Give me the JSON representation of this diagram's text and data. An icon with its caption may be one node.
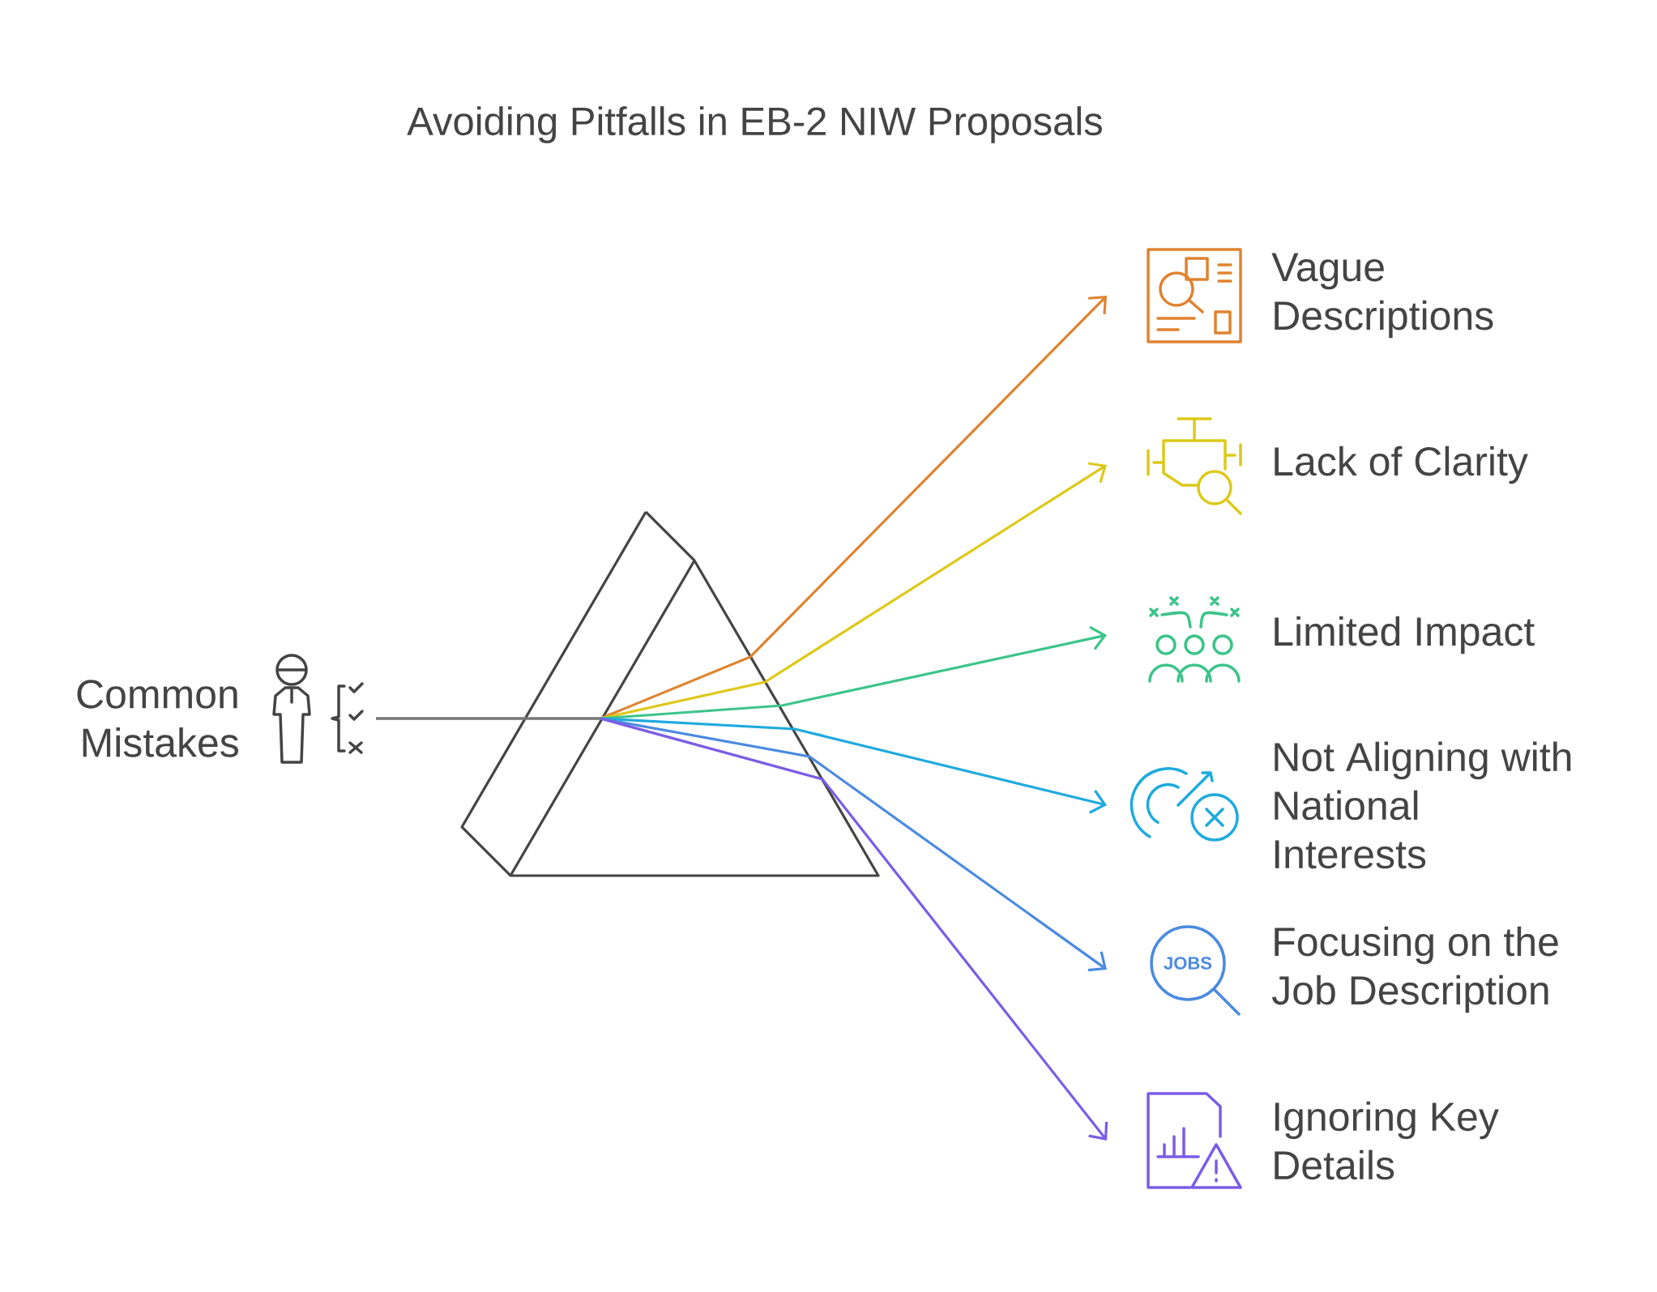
{
  "diagram": {
    "title": "Avoiding Pitfalls in EB-2 NIW Proposals",
    "nodes": [
      {
        "text": [
          "Common Mistakes"
        ]
      },
      {
        "text": [
          "Vague Descriptions"
        ]
      },
      {
        "text": [
          "Lack of Clarity"
        ]
      },
      {
        "text": [
          "Limited Impact"
        ]
      },
      {
        "text": [
          "Not Aligning with National Interests"
        ]
      },
      {
        "text": [
          "Focusing on the Job Description"
        ]
      },
      {
        "text": [
          "Ignoring Key Details"
        ]
      }
    ],
    "edges": [
      {
        "from": 0,
        "to": 1,
        "arrow": "to",
        "color": "#e0822f"
      },
      {
        "from": 0,
        "to": 2,
        "arrow": "to",
        "color": "#ddc919"
      },
      {
        "from": 0,
        "to": 3,
        "arrow": "to",
        "color": "#3cc48a"
      },
      {
        "from": 0,
        "to": 4,
        "arrow": "to",
        "color": "#1eaade"
      },
      {
        "from": 0,
        "to": 5,
        "arrow": "to",
        "color": "#4a8ae0"
      },
      {
        "from": 0,
        "to": 6,
        "arrow": "to",
        "color": "#7b5ce6"
      }
    ],
    "labels": [
      "JOBS"
    ]
  }
}
